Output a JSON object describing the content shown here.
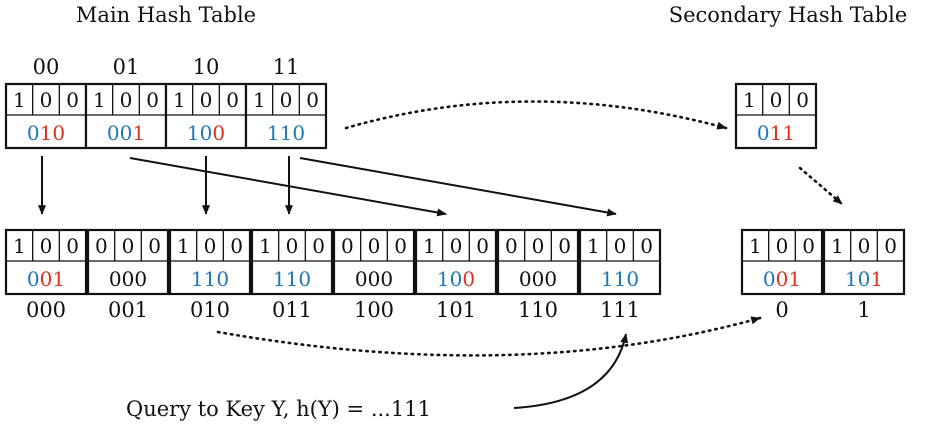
{
  "titles": {
    "main": "Main Hash Table",
    "secondary": "Secondary Hash Table"
  },
  "colors": {
    "blue": "#1f77b4",
    "red": "#e0301e",
    "black": "#111111"
  },
  "main_table": {
    "labels": [
      "00",
      "01",
      "10",
      "11"
    ],
    "buckets": [
      {
        "bits": [
          "1",
          "0",
          "0"
        ],
        "code": [
          {
            "t": "0",
            "c": "blue"
          },
          {
            "t": "10",
            "c": "red"
          }
        ]
      },
      {
        "bits": [
          "1",
          "0",
          "0"
        ],
        "code": [
          {
            "t": "00",
            "c": "blue"
          },
          {
            "t": "1",
            "c": "red"
          }
        ]
      },
      {
        "bits": [
          "1",
          "0",
          "0"
        ],
        "code": [
          {
            "t": "10",
            "c": "blue"
          },
          {
            "t": "0",
            "c": "red"
          }
        ]
      },
      {
        "bits": [
          "1",
          "0",
          "0"
        ],
        "code": [
          {
            "t": "110",
            "c": "blue"
          }
        ]
      }
    ]
  },
  "lower_table": {
    "labels": [
      "000",
      "001",
      "010",
      "011",
      "100",
      "101",
      "110",
      "111"
    ],
    "buckets": [
      {
        "bits": [
          "1",
          "0",
          "0"
        ],
        "code": [
          {
            "t": "0",
            "c": "blue"
          },
          {
            "t": "01",
            "c": "red"
          }
        ]
      },
      {
        "bits": [
          "0",
          "0",
          "0"
        ],
        "code": [
          {
            "t": "000",
            "c": "black"
          }
        ]
      },
      {
        "bits": [
          "1",
          "0",
          "0"
        ],
        "code": [
          {
            "t": "110",
            "c": "blue"
          }
        ]
      },
      {
        "bits": [
          "1",
          "0",
          "0"
        ],
        "code": [
          {
            "t": "110",
            "c": "blue"
          }
        ]
      },
      {
        "bits": [
          "0",
          "0",
          "0"
        ],
        "code": [
          {
            "t": "000",
            "c": "black"
          }
        ]
      },
      {
        "bits": [
          "1",
          "0",
          "0"
        ],
        "code": [
          {
            "t": "10",
            "c": "blue"
          },
          {
            "t": "0",
            "c": "red"
          }
        ]
      },
      {
        "bits": [
          "0",
          "0",
          "0"
        ],
        "code": [
          {
            "t": "000",
            "c": "black"
          }
        ]
      },
      {
        "bits": [
          "1",
          "0",
          "0"
        ],
        "code": [
          {
            "t": "110",
            "c": "blue"
          }
        ]
      }
    ]
  },
  "secondary_top": {
    "bits": [
      "1",
      "0",
      "0"
    ],
    "code": [
      {
        "t": "0",
        "c": "blue"
      },
      {
        "t": "11",
        "c": "red"
      }
    ]
  },
  "secondary_table": {
    "labels": [
      "0",
      "1"
    ],
    "buckets": [
      {
        "bits": [
          "1",
          "0",
          "0"
        ],
        "code": [
          {
            "t": "0",
            "c": "blue"
          },
          {
            "t": "01",
            "c": "red"
          }
        ]
      },
      {
        "bits": [
          "1",
          "0",
          "0"
        ],
        "code": [
          {
            "t": "10",
            "c": "blue"
          },
          {
            "t": "1",
            "c": "red"
          }
        ]
      }
    ]
  },
  "query": {
    "text": "Query to Key Y, h(Y) = ...111"
  }
}
